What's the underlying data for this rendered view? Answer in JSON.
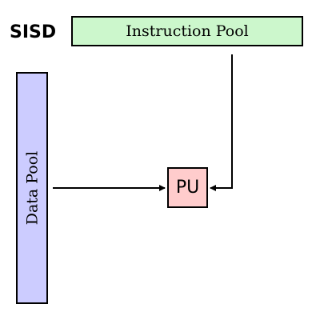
{
  "diagram": {
    "title": "SISD",
    "instruction_pool": {
      "label": "Instruction Pool",
      "fill": "#ccf7cc"
    },
    "data_pool": {
      "label": "Data Pool",
      "fill": "#ccccff"
    },
    "processing_unit": {
      "label": "PU",
      "fill": "#ffcccc"
    },
    "connections": [
      {
        "from": "instruction_pool",
        "to": "processing_unit"
      },
      {
        "from": "data_pool",
        "to": "processing_unit"
      }
    ]
  }
}
